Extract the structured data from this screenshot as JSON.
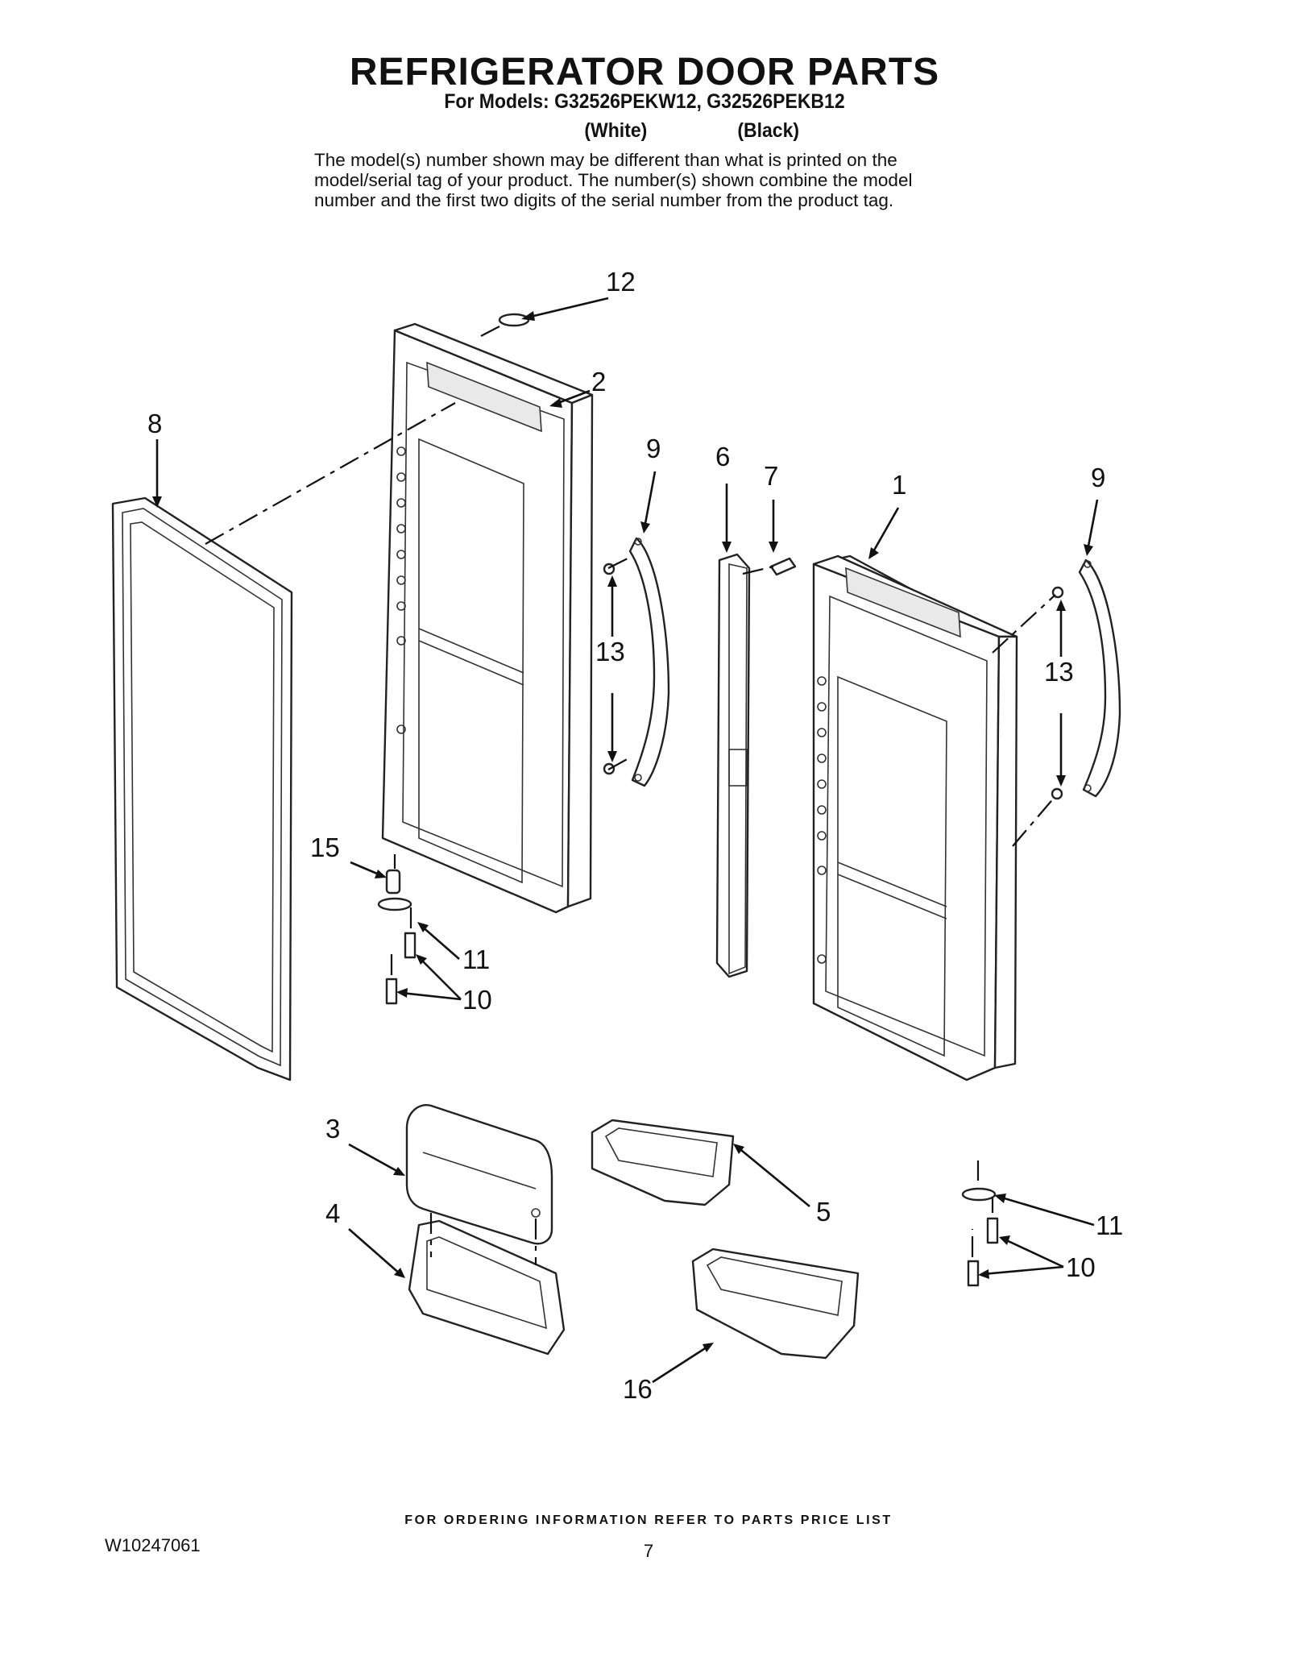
{
  "header": {
    "title": "REFRIGERATOR DOOR PARTS",
    "models_line": "For Models: G32526PEKW12, G32526PEKB12",
    "color_white": "(White)",
    "color_black": "(Black)",
    "note_lines": [
      "The model(s) number shown may be different than what is printed on the",
      "model/serial tag of your product. The number(s) shown combine the model",
      "number and the first two digits of the serial number from the product tag."
    ]
  },
  "callouts": {
    "c1": "1",
    "c2": "2",
    "c3": "3",
    "c4": "4",
    "c5": "5",
    "c6": "6",
    "c7": "7",
    "c8": "8",
    "c9a": "9",
    "c9b": "9",
    "c10a": "10",
    "c10b": "10",
    "c11a": "11",
    "c11b": "11",
    "c12": "12",
    "c13a": "13",
    "c13b": "13",
    "c15": "15",
    "c16": "16"
  },
  "footer": {
    "ordering": "FOR ORDERING INFORMATION REFER TO PARTS PRICE LIST",
    "doc_number": "W10247061",
    "page_number": "7"
  }
}
